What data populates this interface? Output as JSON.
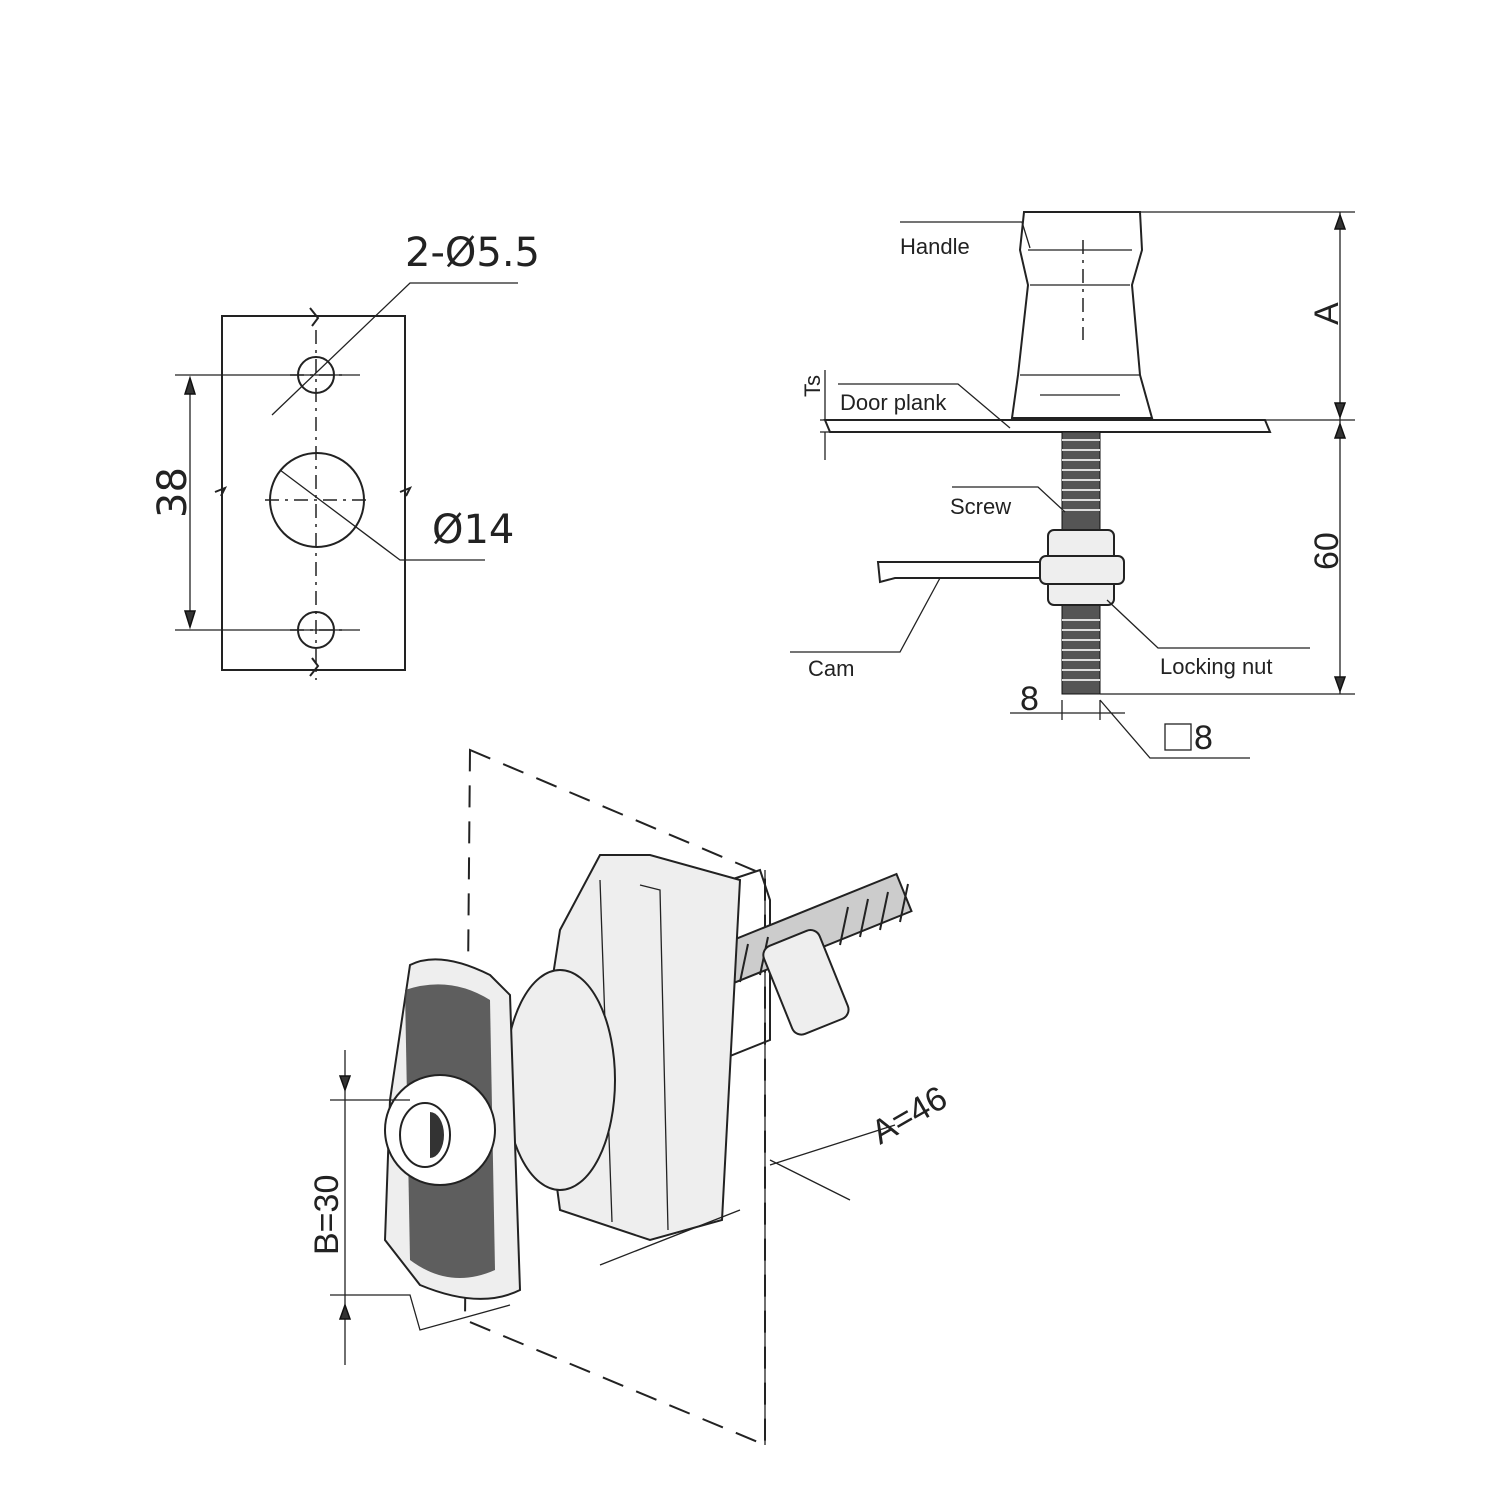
{
  "front_view": {
    "hole_callout": "2-Ø5.5",
    "height_dim": "38",
    "center_hole_dim": "Ø14"
  },
  "side_view": {
    "labels": {
      "handle": "Handle",
      "door_plank": "Door plank",
      "screw": "Screw",
      "cam": "Cam",
      "locking_nut": "Locking nut"
    },
    "dims": {
      "a": "A",
      "ts": "Ts",
      "sixty": "60",
      "eight": "8",
      "square_eight": "8"
    }
  },
  "iso_view": {
    "a_dim": "A=46",
    "b_dim": "B=30"
  }
}
